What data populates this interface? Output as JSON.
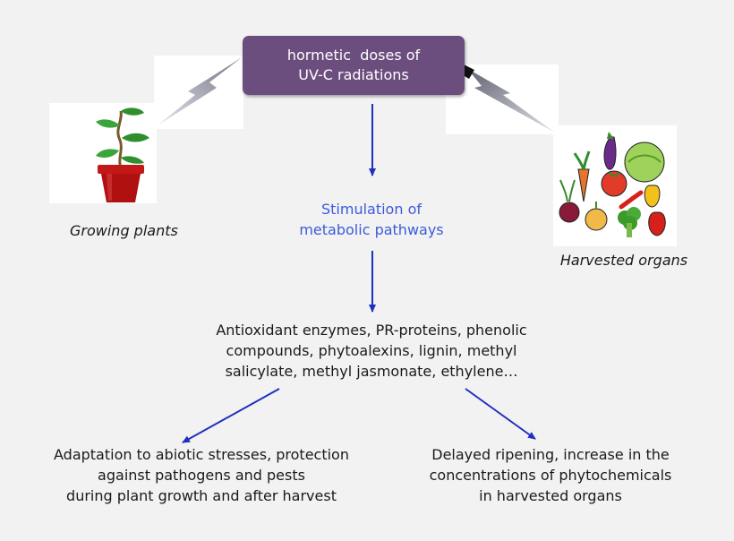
{
  "uv_box": {
    "line1": "hormetic  doses of",
    "line2": "UV-C radiations"
  },
  "stimulation": {
    "line1": "Stimulation of",
    "line2": "metabolic pathways"
  },
  "compounds": {
    "line1": "Antioxidant enzymes, PR-proteins, phenolic",
    "line2": "compounds, phytoalexins, lignin, methyl",
    "line3": "salicylate, methyl jasmonate, ethylene…"
  },
  "left_outcome": {
    "line1": "Adaptation to abiotic stresses, protection",
    "line2": "against pathogens and pests",
    "line3": "during plant growth and after harvest"
  },
  "right_outcome": {
    "line1": "Delayed ripening, increase in the",
    "line2": "concentrations of phytochemicals",
    "line3": "in harvested organs"
  },
  "labels": {
    "growing_plants": "Growing plants",
    "harvested_organs": "Harvested organs"
  },
  "icons": {
    "plant": "potted-plant-icon",
    "vegetables": "vegetables-icon",
    "lightning": "lightning-bolt-icon"
  },
  "colors": {
    "uv_box": "#6b4e7e",
    "arrow": "#1f2fbf",
    "stimulation_text": "#3b5bdb"
  }
}
